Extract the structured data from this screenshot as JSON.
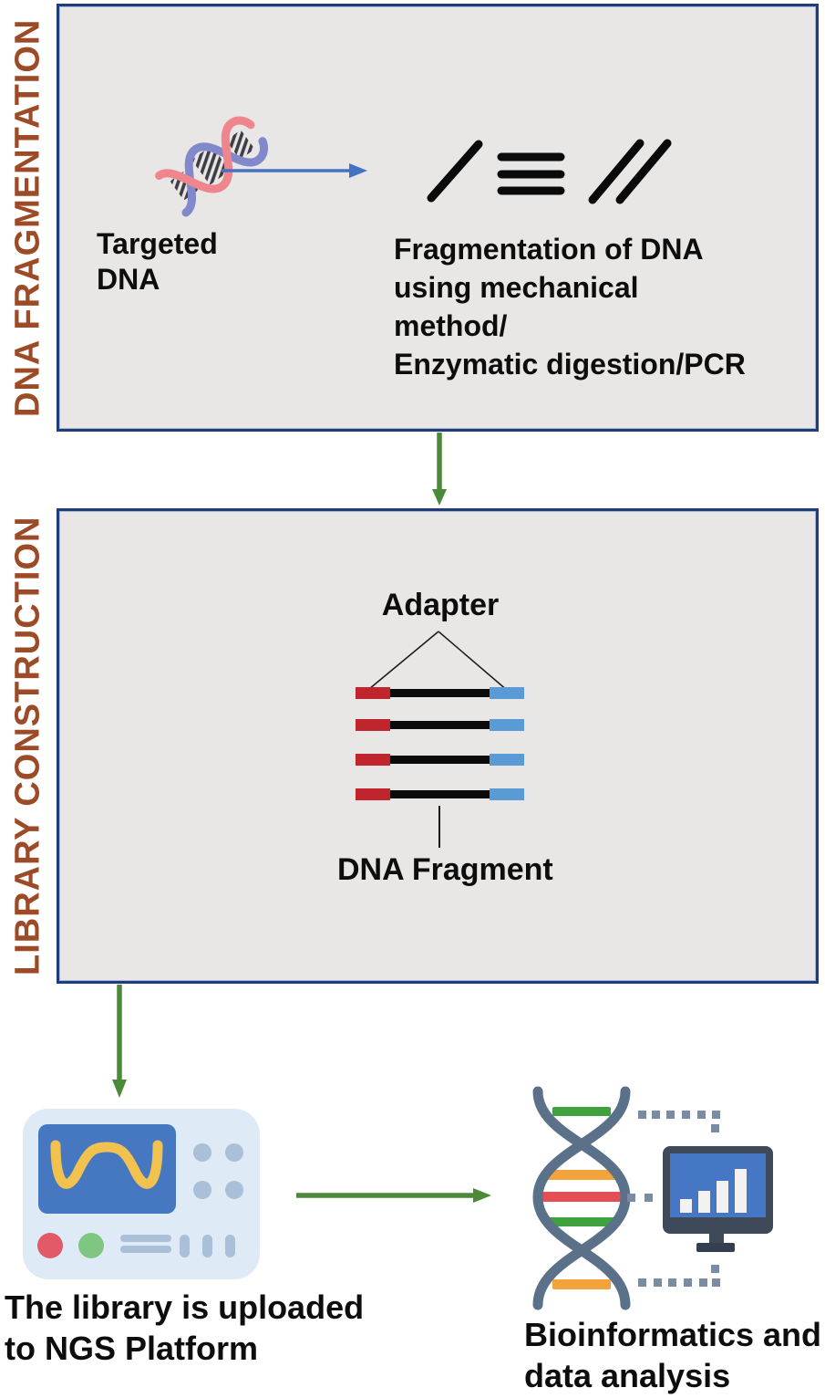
{
  "colors": {
    "box_border": "#1f3c7d",
    "box_fill": "#e8e7e5",
    "section_label": "#9d4a26",
    "arrow_green": "#4a8a39",
    "arrow_blue": "#4472c4",
    "adapter_red": "#c0242c",
    "adapter_blue": "#5b9bd5",
    "fragment_black": "#0a0a0a"
  },
  "fragmentation_section": {
    "side_label": "DNA FRAGMENTATION",
    "targeted_dna": {
      "line1": "Targeted",
      "line2": "DNA"
    },
    "method_text": {
      "line1": "Fragmentation of DNA",
      "line2": "using mechanical",
      "line3": "method/",
      "line4": "Enzymatic digestion/PCR"
    }
  },
  "library_section": {
    "side_label": "LIBRARY CONSTRUCTION",
    "adapter_label": "Adapter",
    "dna_fragment_label": "DNA Fragment"
  },
  "sequencing": {
    "caption": {
      "line1": "The library is uploaded",
      "line2": "to NGS Platform"
    }
  },
  "analysis": {
    "caption": {
      "line1": "Bioinformatics and",
      "line2": "data analysis"
    }
  }
}
